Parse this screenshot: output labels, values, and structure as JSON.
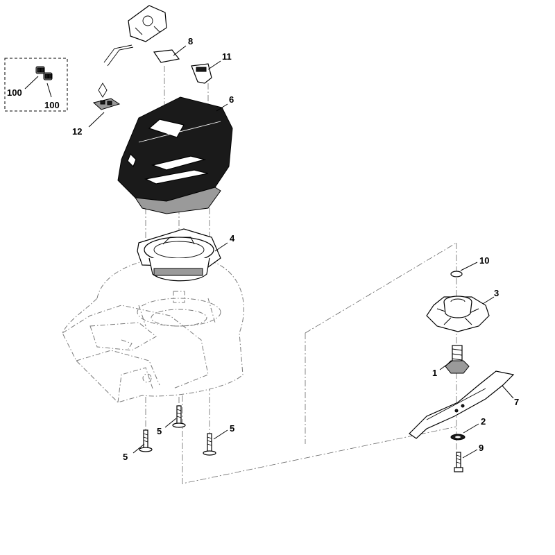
{
  "callouts": {
    "p1": "1",
    "p2": "2",
    "p3": "3",
    "p4": "4",
    "p5a": "5",
    "p5b": "5",
    "p5c": "5",
    "p6": "6",
    "p7": "7",
    "p8": "8",
    "p9": "9",
    "p10": "10",
    "p11": "11",
    "p12": "12",
    "p100a": "100",
    "p100b": "100"
  },
  "colors": {
    "line": "#000000",
    "ghost": "#7a7a7a",
    "housing": "#1a1a1a",
    "background": "#ffffff"
  }
}
